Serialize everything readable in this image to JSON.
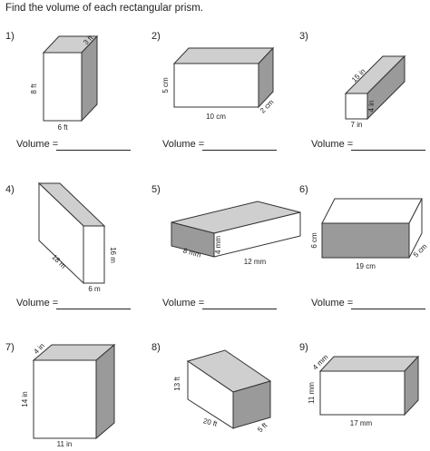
{
  "worksheet": {
    "title": "Find the volume of each rectangular prism.",
    "volume_label": "Volume ="
  },
  "problems": [
    {
      "number": "1)",
      "dims": [
        "8 ft",
        "6 ft",
        "3 ft"
      ]
    },
    {
      "number": "2)",
      "dims": [
        "5 cm",
        "10 cm",
        "2 cm"
      ]
    },
    {
      "number": "3)",
      "dims": [
        "15 in",
        "4 in",
        "7 in"
      ]
    },
    {
      "number": "4)",
      "dims": [
        "18 m",
        "16 m",
        "6 m"
      ]
    },
    {
      "number": "5)",
      "dims": [
        "8 mm",
        "4 mm",
        "12 mm"
      ]
    },
    {
      "number": "6)",
      "dims": [
        "6 cm",
        "19 cm",
        "5 cm"
      ]
    },
    {
      "number": "7)",
      "dims": [
        "4 in",
        "14 in",
        "11 in"
      ]
    },
    {
      "number": "8)",
      "dims": [
        "13 ft",
        "20 ft",
        "5 ft"
      ]
    },
    {
      "number": "9)",
      "dims": [
        "4 mm",
        "11 mm",
        "17 mm"
      ]
    }
  ]
}
